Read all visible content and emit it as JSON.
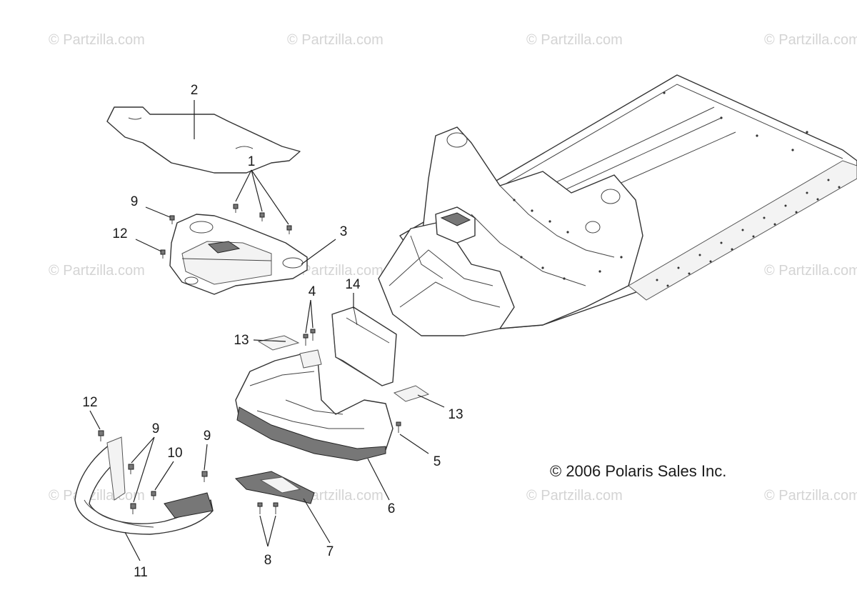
{
  "watermark_text": "© Partzilla.com",
  "copyright": "© 2006 Polaris Sales Inc.",
  "callouts": {
    "c1": "1",
    "c2": "2",
    "c3": "3",
    "c4": "4",
    "c5": "5",
    "c6": "6",
    "c7": "7",
    "c8": "8",
    "c9a": "9",
    "c9b": "9",
    "c9c": "9",
    "c10": "10",
    "c11": "11",
    "c12a": "12",
    "c12b": "12",
    "c13a": "13",
    "c13b": "13",
    "c14": "14"
  },
  "colors": {
    "line": "#333333",
    "watermark": "#d4d4d4",
    "background": "#ffffff"
  }
}
